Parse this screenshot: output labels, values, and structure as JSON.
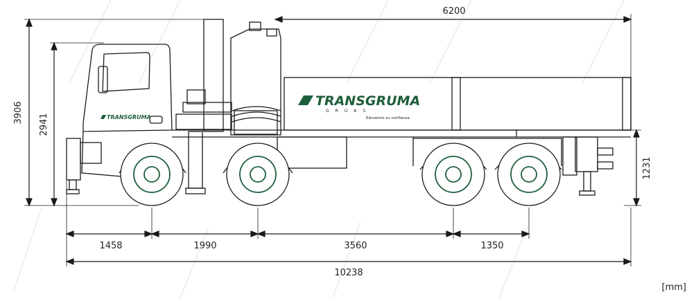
{
  "diagram": {
    "dimensions": {
      "total_height": "3906",
      "cab_height": "2941",
      "body_length": "6200",
      "rear_height": "1231",
      "front_overhang": "1458",
      "wheelbase_1": "1990",
      "wheelbase_2": "3560",
      "wheelbase_3": "1350",
      "total_length": "10238"
    },
    "units": "[mm]",
    "brand": {
      "name": "TRANSGRUMA",
      "sub": "GRÚAS",
      "tagline": "Elevamos su confianza"
    },
    "colors": {
      "line": "#1a1a1a",
      "brand": "#1d5e3a",
      "watermark": "#ececec"
    }
  }
}
